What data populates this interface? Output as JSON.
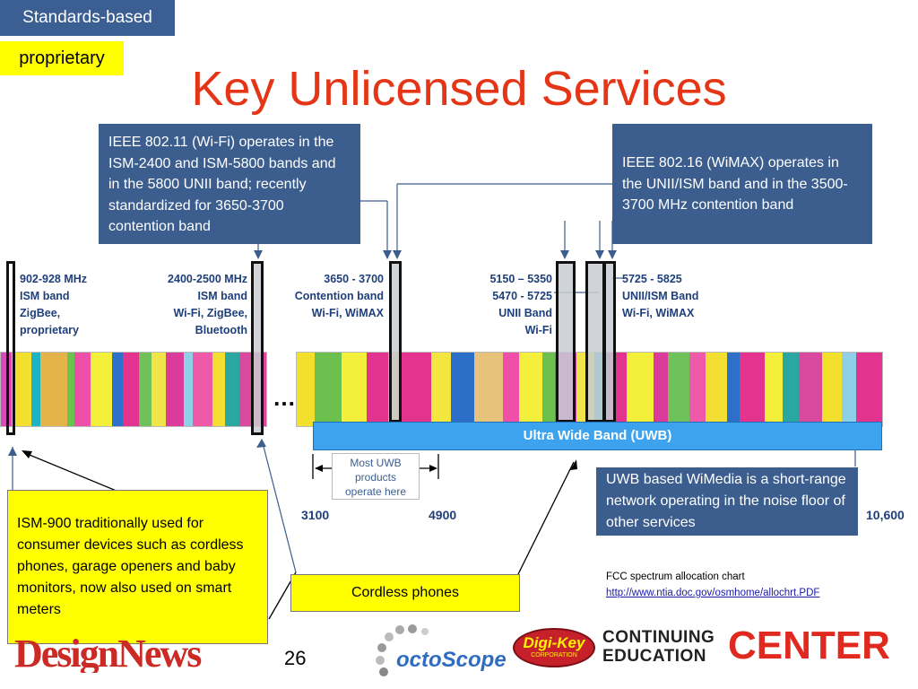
{
  "tags": {
    "standards": "Standards-based",
    "proprietary": "proprietary"
  },
  "title": "Key Unlicensed Services",
  "callouts": {
    "wifi": "IEEE 802.11 (Wi-Fi) operates in the ISM-2400 and ISM-5800 bands and in the 5800 UNII band; recently standardized for 3650-3700 contention band",
    "wimax": "IEEE 802.16 (WiMAX) operates in the UNII/ISM band and in the 3500-3700 MHz contention band",
    "uwb": "UWB based WiMedia is a short-range network operating in the noise floor of other services",
    "ism900": "ISM-900 traditionally used for consumer devices such as cordless phones, garage openers and baby monitors, now also used on smart meters",
    "cordless": "Cordless phones"
  },
  "bands": {
    "b900": "902-928 MHz\nISM band\nZigBee,\nproprietary",
    "b2400": "2400-2500 MHz\nISM band\nWi-Fi, ZigBee,\nBluetooth",
    "b3650": "3650 - 3700\nContention band\nWi-Fi, WiMAX",
    "b5150": "5150 – 5350\n5470 - 5725\nUNII Band\nWi-Fi",
    "b5725": "5725 - 5825\nUNII/ISM Band\nWi-Fi, WiMAX"
  },
  "ellipsis": "…",
  "uwb_label": "Ultra Wide Band (UWB)",
  "uwb_products": "Most UWB products operate here",
  "axis": {
    "a3100": "3100",
    "a4900": "4900",
    "a10600": "10,600"
  },
  "source": {
    "label": "FCC spectrum allocation chart",
    "url": "http://www.ntia.doc.gov/osmhome/allochrt.PDF"
  },
  "page_number": "26",
  "logos": {
    "designnews": "DesignNews",
    "octoscope": "octoScope",
    "digikey": "Digi-Key",
    "digikey_sub": "CORPORATION",
    "cec_line1": "CONTINUING",
    "cec_line2": "EDUCATION",
    "cec_center": "CENTER"
  },
  "colors": {
    "title": "#e53517",
    "callout_blue": "#3c5e8e",
    "tag_blue": "#3b5e93",
    "highlight_yellow": "#ffff00",
    "uwb_blue": "#3da3ee",
    "band_label": "#1f3f7a"
  }
}
